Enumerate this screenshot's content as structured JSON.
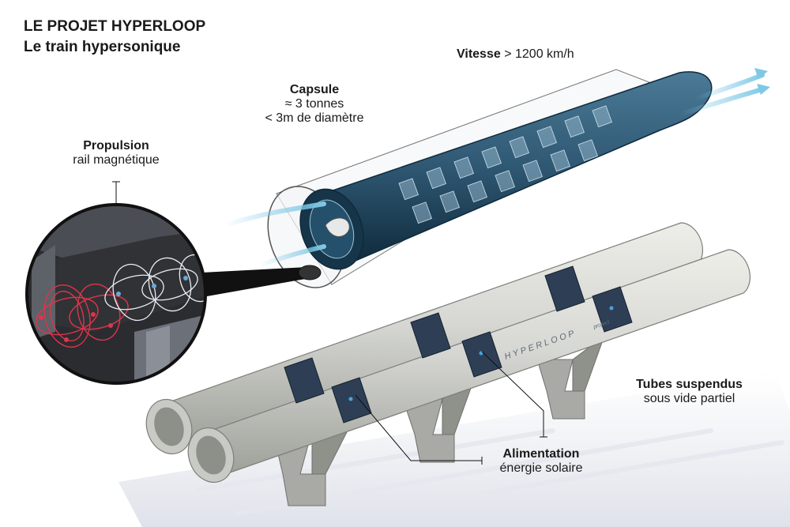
{
  "header": {
    "title_line1": "LE PROJET HYPERLOOP",
    "title_line2": "Le train hypersonique"
  },
  "labels": {
    "vitesse_bold": "Vitesse",
    "vitesse_value": "> 1200 km/h",
    "capsule_title": "Capsule",
    "capsule_weight": "≈ 3 tonnes",
    "capsule_diameter": "< 3m de diamètre",
    "propulsion_title": "Propulsion",
    "propulsion_sub": "rail magnétique",
    "tubes_title": "Tubes suspendus",
    "tubes_sub": "sous vide partiel",
    "alimentation_title": "Alimentation",
    "alimentation_sub": "énergie solaire",
    "tube_logo": "HYPERLOOP",
    "tube_logo_suffix": "project"
  },
  "colors": {
    "tube_fill": "#d6d7d2",
    "tube_shadow": "#9d9f99",
    "capsule_body": "#2f5873",
    "capsule_dark": "#0f2a3c",
    "airflow": "#7ec8e6",
    "ring_band": "#2e3f55",
    "magnetic_red": "#e0344a",
    "magnetic_white": "#e8eef6",
    "inset_bg": "#2a2c30"
  }
}
